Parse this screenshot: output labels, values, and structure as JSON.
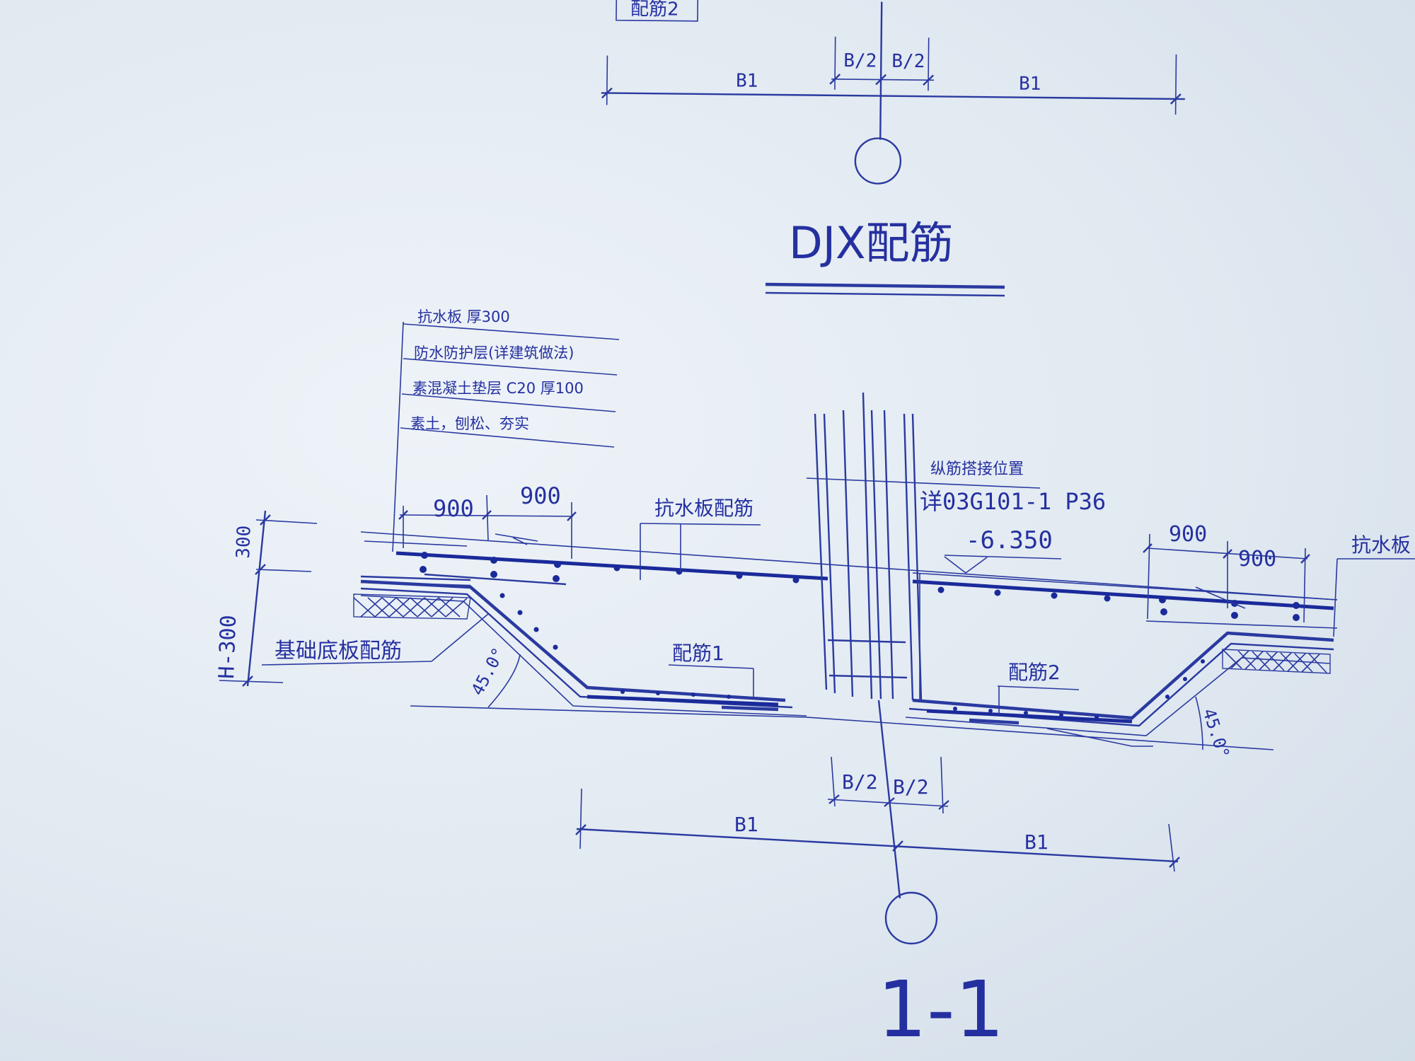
{
  "drawing": {
    "top_label": "配筋2",
    "top_dims": {
      "half_left": "B/2",
      "half_right": "B/2",
      "b1_left": "B1",
      "b1_right": "B1"
    },
    "title": "DJX配筋",
    "layers": [
      "抗水板 厚300",
      "防水防护层(详建筑做法)",
      "素混凝土垫层 C20 厚100",
      "素土，刨松、夯实"
    ],
    "dim_900": "900",
    "anti_water_plate_rebar": "抗水板配筋",
    "lap_position": "纵筋搭接位置",
    "lap_reference": "详03G101-1 P36",
    "elevation": "-6.350",
    "dim_300": "300",
    "dim_h300": "H-300",
    "base_plate_rebar": "基础底板配筋",
    "rebar1": "配筋1",
    "rebar2": "配筋2",
    "angle": "45.0°",
    "right_cut_label": "抗水板",
    "bottom_dims": {
      "half_left": "B/2",
      "half_right": "B/2",
      "b1_left": "B1",
      "b1_right": "B1"
    },
    "section_label": "1-1"
  }
}
